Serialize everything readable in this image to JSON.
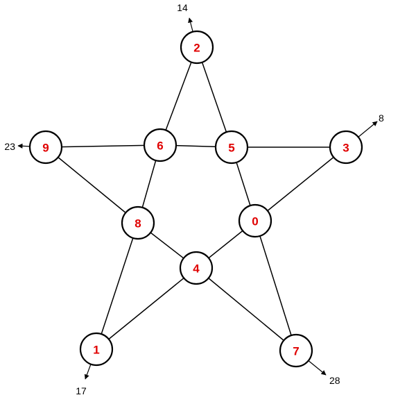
{
  "colors": {
    "node_label": "#e00000",
    "stroke": "#000000",
    "background": "#ffffff"
  },
  "nodes": [
    {
      "id": "2",
      "label": "2"
    },
    {
      "id": "9",
      "label": "9"
    },
    {
      "id": "6",
      "label": "6"
    },
    {
      "id": "5",
      "label": "5"
    },
    {
      "id": "3",
      "label": "3"
    },
    {
      "id": "8",
      "label": "8"
    },
    {
      "id": "0",
      "label": "0"
    },
    {
      "id": "4",
      "label": "4"
    },
    {
      "id": "1",
      "label": "1"
    },
    {
      "id": "7",
      "label": "7"
    }
  ],
  "edges": [
    [
      "2",
      "6"
    ],
    [
      "2",
      "5"
    ],
    [
      "9",
      "6"
    ],
    [
      "6",
      "5"
    ],
    [
      "5",
      "3"
    ],
    [
      "6",
      "8"
    ],
    [
      "5",
      "0"
    ],
    [
      "9",
      "8"
    ],
    [
      "3",
      "0"
    ],
    [
      "8",
      "4"
    ],
    [
      "0",
      "4"
    ],
    [
      "8",
      "1"
    ],
    [
      "0",
      "7"
    ],
    [
      "4",
      "1"
    ],
    [
      "4",
      "7"
    ]
  ],
  "external_links": [
    {
      "node": "2",
      "label": "14"
    },
    {
      "node": "3",
      "label": "8"
    },
    {
      "node": "9",
      "label": "23"
    },
    {
      "node": "1",
      "label": "17"
    },
    {
      "node": "7",
      "label": "28"
    }
  ]
}
